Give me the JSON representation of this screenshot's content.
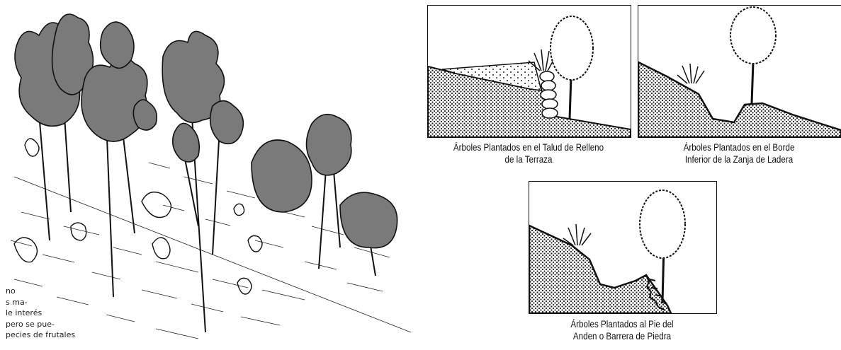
{
  "left_text_fragment": {
    "lines": [
      "no",
      "s ma-",
      "le interés",
      "pero se pue-",
      "pecies de frutales"
    ]
  },
  "panels": [
    {
      "caption_lines": [
        "Árboles Plantados en el Talud de Relleno",
        "de la Terraza"
      ]
    },
    {
      "caption_lines": [
        "Árboles Plantados en el Borde",
        "Inferior de la Zanja de Ladera"
      ]
    },
    {
      "caption_lines": [
        "Árboles Plantados al Pie del",
        "Anden o Barrera de Piedra"
      ]
    }
  ],
  "colors": {
    "ink": "#111111",
    "foliage_fill": "#7a7a7a",
    "soil_dots": "#222222",
    "paper": "#ffffff"
  }
}
